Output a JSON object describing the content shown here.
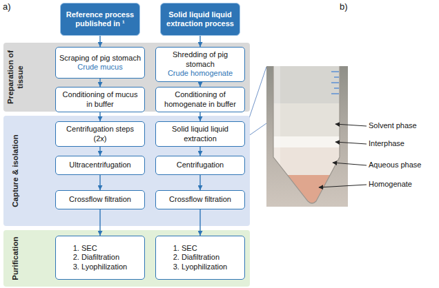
{
  "diagram": {
    "nodes": [
      {
        "text": [
          "Reference process published in ¹"
        ]
      },
      {
        "text": [
          "Solid liquid liquid extraction process"
        ]
      },
      {
        "text": [
          "Preparation of tissue"
        ]
      },
      {
        "text": [
          "Scraping of pig stomach",
          "Crude mucus"
        ],
        "in": 2
      },
      {
        "text": [
          "Shredding of pig stomach",
          "Crude homogenate"
        ],
        "in": 2
      },
      {
        "text": [
          "Conditioning of mucus in buffer"
        ],
        "in": 2
      },
      {
        "text": [
          "Conditioning of homogenate in buffer"
        ],
        "in": 2
      },
      {
        "text": [
          "Capture & isolation"
        ]
      },
      {
        "text": [
          "Centrifugation steps (2x)"
        ],
        "in": 7
      },
      {
        "text": [
          "Solid liquid liquid extraction"
        ],
        "in": 7
      },
      {
        "text": [
          "Ultracentrifugation"
        ],
        "in": 7
      },
      {
        "text": [
          "Centrifugation"
        ],
        "in": 7
      },
      {
        "text": [
          "Crossflow filtration"
        ],
        "in": 7
      },
      {
        "text": [
          "Crossflow filtration"
        ],
        "in": 7
      },
      {
        "text": [
          "Purification"
        ]
      },
      {
        "text": [
          "1. SEC",
          "2. Diafiltration",
          "3. Lyophilization"
        ],
        "in": 14
      },
      {
        "text": [
          "1. SEC",
          "2. Diafiltration",
          "3. Lyophilization"
        ],
        "in": 14
      }
    ],
    "edges": [
      {
        "from": 0,
        "to": 3,
        "arrow": "to"
      },
      {
        "from": 3,
        "to": 5,
        "arrow": "to"
      },
      {
        "from": 5,
        "to": 8,
        "arrow": "to"
      },
      {
        "from": 8,
        "to": 10,
        "arrow": "to"
      },
      {
        "from": 10,
        "to": 12,
        "arrow": "to"
      },
      {
        "from": 12,
        "to": 15,
        "arrow": "to"
      },
      {
        "from": 1,
        "to": 4,
        "arrow": "to"
      },
      {
        "from": 4,
        "to": 6,
        "arrow": "to"
      },
      {
        "from": 6,
        "to": 9,
        "arrow": "to"
      },
      {
        "from": 9,
        "to": 11,
        "arrow": "to"
      },
      {
        "from": 11,
        "to": 13,
        "arrow": "to"
      },
      {
        "from": 13,
        "to": 16,
        "arrow": "to"
      }
    ],
    "labels": [
      "a)",
      "b)",
      "Solvent phase",
      "Interphase",
      "Aqueous phase",
      "Homogenate"
    ]
  }
}
